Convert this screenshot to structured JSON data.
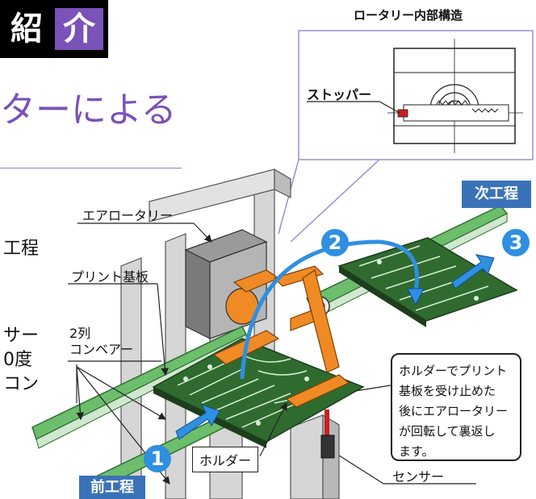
{
  "title": {
    "chars": [
      "紹",
      "介"
    ],
    "accent": "#7a52b8"
  },
  "subtitle": "ターによる",
  "body_text": [
    "工程",
    "サー",
    "0度",
    "コン"
  ],
  "inset": {
    "title": "ロータリー内部構造",
    "stopper_label": "ストッパー"
  },
  "labels": {
    "air_rotary": "エアロータリー",
    "pcb": "プリント基板",
    "conveyor_line1": "2列",
    "conveyor_line2": "コンベアー",
    "holder": "ホルダー",
    "sensor": "センサー"
  },
  "process_tags": {
    "next": "次工程",
    "prev": "前工程"
  },
  "steps": [
    "1",
    "2",
    "3"
  ],
  "callout": [
    "ホルダーでプリント",
    "基板を受け止めた",
    "後にエアロータリー",
    "が回転して裏返し",
    "ます。"
  ],
  "colors": {
    "blue": "#2f8fe0",
    "tag_blue": "#3a72b8",
    "conveyor": "#6cbd6c",
    "pcb": "#2f6b2f",
    "holder": "#f08a24",
    "frame": "#c9c9c9"
  }
}
